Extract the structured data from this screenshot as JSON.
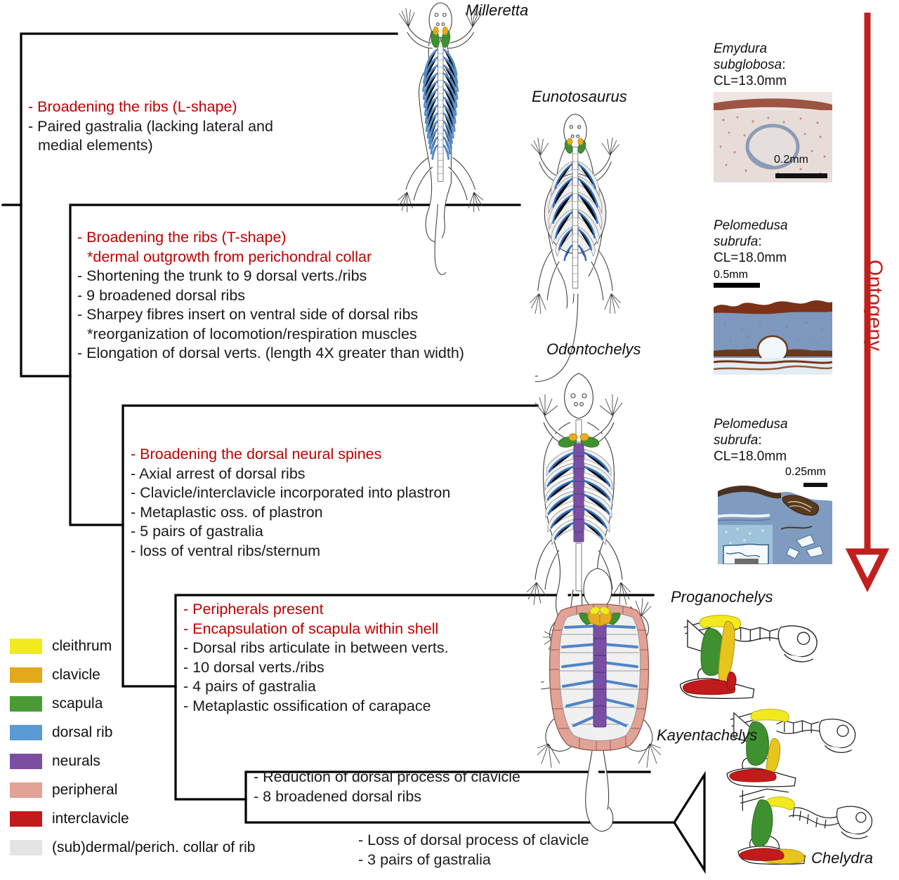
{
  "colors": {
    "red_text": "#c00000",
    "black_text": "#1a1a1a",
    "ontogeny_arrow": "#c0201d",
    "cleithrum": "#f2ea1f",
    "clavicle": "#e3a81b",
    "scapula": "#4a9b38",
    "dorsal_rib": "#5b9bd5",
    "neurals": "#7a4fa3",
    "peripheral": "#e2a296",
    "interclavicle": "#c21b1b",
    "collar": "#e4e4e4"
  },
  "ontogeny": {
    "label": "Ontogeny"
  },
  "taxa": [
    {
      "name": "Milleretta"
    },
    {
      "name": "Eunotosaurus"
    },
    {
      "name": "Odontochelys"
    },
    {
      "name": "Proganochelys"
    },
    {
      "name": "Kayentachelys"
    },
    {
      "name": "Chelydra"
    }
  ],
  "nodes": [
    {
      "id": "node-milleretta",
      "lines": [
        {
          "text": "- Broadening the ribs (L-shape)",
          "color": "red"
        },
        {
          "text": "- Paired gastralia (lacking lateral and",
          "color": "black"
        },
        {
          "text": "medial elements)",
          "color": "black",
          "indent": true
        }
      ]
    },
    {
      "id": "node-eunotosaurus",
      "lines": [
        {
          "text": "- Broadening the ribs (T-shape)",
          "color": "red"
        },
        {
          "text": "*dermal outgrowth from perichondral collar",
          "color": "red",
          "indent": true
        },
        {
          "text": "- Shortening the trunk to 9 dorsal verts./ribs",
          "color": "black"
        },
        {
          "text": "- 9 broadened dorsal ribs",
          "color": "black"
        },
        {
          "text": "- Sharpey fibres insert on ventral side of dorsal ribs",
          "color": "black"
        },
        {
          "text": "*reorganization of locomotion/respiration muscles",
          "color": "black",
          "indent": true
        },
        {
          "text": "- Elongation of dorsal verts. (length 4X greater than width)",
          "color": "black"
        }
      ]
    },
    {
      "id": "node-odontochelys",
      "lines": [
        {
          "text": "- Broadening the dorsal neural spines",
          "color": "red"
        },
        {
          "text": "- Axial arrest of dorsal  ribs",
          "color": "black"
        },
        {
          "text": "- Clavicle/interclavicle incorporated into plastron",
          "color": "black"
        },
        {
          "text": "- Metaplastic oss. of plastron",
          "color": "black"
        },
        {
          "text": "- 5 pairs of gastralia",
          "color": "black"
        },
        {
          "text": "- loss of ventral ribs/sternum",
          "color": "black"
        }
      ]
    },
    {
      "id": "node-proganochelys",
      "lines": [
        {
          "text": "- Peripherals present",
          "color": "red"
        },
        {
          "text": "- Encapsulation of  scapula within shell",
          "color": "red"
        },
        {
          "text": "- Dorsal ribs articulate in between verts.",
          "color": "black"
        },
        {
          "text": "- 10 dorsal verts./ribs",
          "color": "black"
        },
        {
          "text": "- 4 pairs of gastralia",
          "color": "black"
        },
        {
          "text": "- Metaplastic ossification of carapace",
          "color": "black"
        }
      ]
    },
    {
      "id": "node-kayentachelys",
      "lines": [
        {
          "text": "- Reduction of dorsal process of clavicle",
          "color": "black"
        },
        {
          "text": "- 8 broadened dorsal ribs",
          "color": "black"
        }
      ]
    },
    {
      "id": "node-chelydra",
      "lines": [
        {
          "text": "- Loss of dorsal process of clavicle",
          "color": "black"
        },
        {
          "text": "- 3 pairs of gastralia",
          "color": "black"
        }
      ]
    }
  ],
  "histology": [
    {
      "id": "histo-emydura",
      "species": "Emydura",
      "species2": "subglobosa",
      "suffix": ":",
      "cl": "CL=13.0mm",
      "scale": "0.2mm",
      "scale_pos": "bottom-right"
    },
    {
      "id": "histo-pelomedusa-1",
      "species": "Pelomedusa",
      "species2": "subrufa",
      "suffix": ":",
      "cl": "CL=18.0mm",
      "scale": "0.5mm",
      "scale_pos": "top-left"
    },
    {
      "id": "histo-pelomedusa-2",
      "species": "Pelomedusa",
      "species2": "subrufa",
      "suffix": ":",
      "cl": "CL=18.0mm",
      "scale": "0.25mm",
      "scale_pos": "top-right"
    }
  ],
  "legend": {
    "items": [
      {
        "label": "cleithrum",
        "color_key": "cleithrum"
      },
      {
        "label": "clavicle",
        "color_key": "clavicle"
      },
      {
        "label": "scapula",
        "color_key": "scapula"
      },
      {
        "label": "dorsal rib",
        "color_key": "dorsal_rib"
      },
      {
        "label": "neurals",
        "color_key": "neurals"
      },
      {
        "label": "peripheral",
        "color_key": "peripheral"
      },
      {
        "label": "interclavicle",
        "color_key": "interclavicle"
      },
      {
        "label": "(sub)dermal/perich. collar of rib",
        "color_key": "collar"
      }
    ]
  }
}
